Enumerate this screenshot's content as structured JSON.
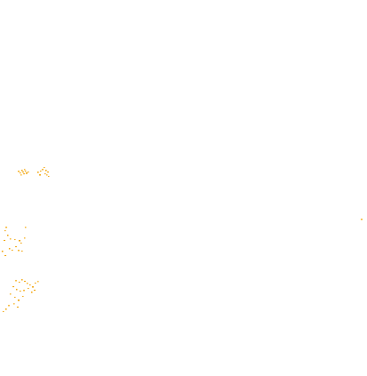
{
  "scene": {
    "background_color": "#ffffff",
    "speck_color": "#f0a000",
    "speck_color_alt": "#f7b733",
    "clusters": [
      {
        "name": "cluster-upper-left",
        "specks": [
          [
            20,
            192
          ],
          [
            22,
            194
          ],
          [
            24,
            191
          ],
          [
            25,
            193
          ],
          [
            27,
            190
          ],
          [
            28,
            192
          ],
          [
            29,
            194
          ],
          [
            31,
            193
          ],
          [
            23,
            196
          ],
          [
            26,
            195
          ],
          [
            42,
            193
          ],
          [
            45,
            192
          ],
          [
            47,
            190
          ],
          [
            49,
            188
          ],
          [
            51,
            191
          ],
          [
            53,
            193
          ],
          [
            52,
            196
          ],
          [
            54,
            198
          ],
          [
            44,
            196
          ],
          [
            50,
            195
          ]
        ]
      },
      {
        "name": "cluster-middle-left",
        "specks": [
          [
            6,
            255
          ],
          [
            5,
            259
          ],
          [
            8,
            264
          ],
          [
            4,
            270
          ],
          [
            11,
            268
          ],
          [
            16,
            269
          ],
          [
            21,
            270
          ],
          [
            23,
            273
          ],
          [
            27,
            267
          ],
          [
            17,
            277
          ],
          [
            10,
            279
          ],
          [
            13,
            281
          ],
          [
            20,
            281
          ],
          [
            24,
            282
          ],
          [
            2,
            282
          ],
          [
            5,
            287
          ],
          [
            28,
            255
          ]
        ]
      },
      {
        "name": "cluster-lower-left",
        "specks": [
          [
            17,
            315
          ],
          [
            21,
            317
          ],
          [
            24,
            314
          ],
          [
            27,
            316
          ],
          [
            30,
            318
          ],
          [
            33,
            320
          ],
          [
            36,
            322
          ],
          [
            39,
            318
          ],
          [
            42,
            316
          ],
          [
            14,
            322
          ],
          [
            18,
            325
          ],
          [
            22,
            327
          ],
          [
            26,
            326
          ],
          [
            31,
            324
          ],
          [
            35,
            328
          ],
          [
            38,
            326
          ],
          [
            11,
            330
          ],
          [
            16,
            334
          ],
          [
            20,
            337
          ],
          [
            25,
            333
          ],
          [
            15,
            341
          ],
          [
            19,
            345
          ],
          [
            6,
            347
          ],
          [
            3,
            350
          ],
          [
            9,
            343
          ]
        ]
      },
      {
        "name": "cluster-right-edge",
        "specks": [
          [
            406,
            246
          ]
        ]
      }
    ]
  }
}
